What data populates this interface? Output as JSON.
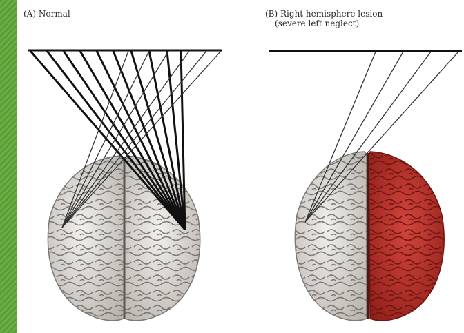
{
  "panel_a": {
    "letter": "(A)",
    "title": "Normal"
  },
  "panel_b": {
    "letter": "(B)",
    "title": "Right hemisphere lesion",
    "subtitle": "(severe left neglect)"
  },
  "colors": {
    "background_border": "#5fa13a",
    "healthy_brain": "#e6e4e0",
    "lesion": "#b8302a",
    "lines": "#111111"
  }
}
